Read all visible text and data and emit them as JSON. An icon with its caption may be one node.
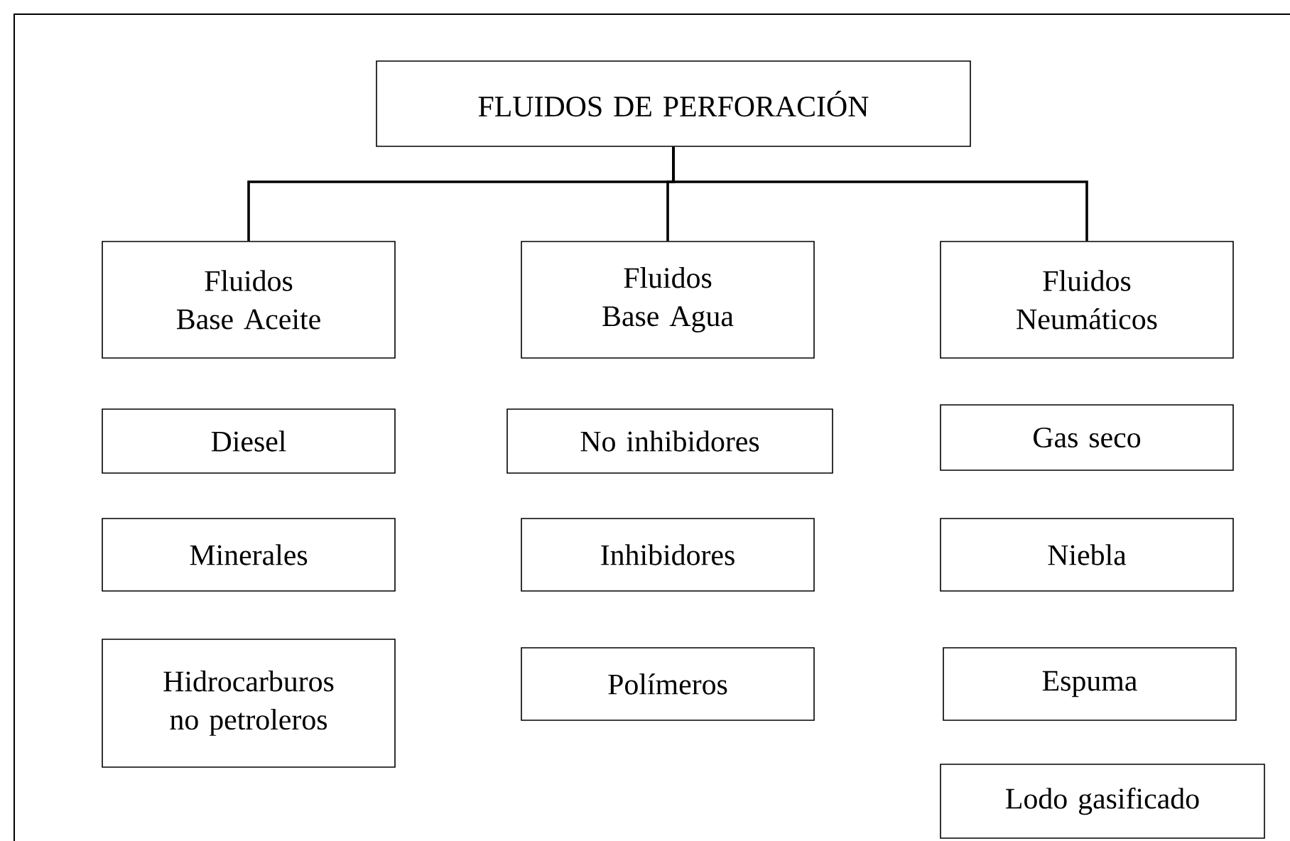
{
  "diagram": {
    "nodes": [
      {
        "text": [
          "FLUIDOS DE PERFORACIÓN"
        ]
      },
      {
        "text": [
          "Fluidos Base Aceite"
        ]
      },
      {
        "text": [
          "Fluidos Base Agua"
        ]
      },
      {
        "text": [
          "Fluidos Neumáticos"
        ]
      },
      {
        "text": [
          "Diesel"
        ]
      },
      {
        "text": [
          "No inhibidores"
        ]
      },
      {
        "text": [
          "Gas seco"
        ]
      },
      {
        "text": [
          "Minerales"
        ]
      },
      {
        "text": [
          "Inhibidores"
        ]
      },
      {
        "text": [
          "Niebla"
        ]
      },
      {
        "text": [
          "Hidrocarburos no petroleros"
        ]
      },
      {
        "text": [
          "Polímeros"
        ]
      },
      {
        "text": [
          "Espuma"
        ]
      },
      {
        "text": [
          "Lodo gasificado"
        ]
      }
    ],
    "edges": [
      {
        "from": 0,
        "to": 1,
        "arrow": "none"
      },
      {
        "from": 0,
        "to": 2,
        "arrow": "none"
      },
      {
        "from": 0,
        "to": 3,
        "arrow": "none"
      }
    ]
  }
}
